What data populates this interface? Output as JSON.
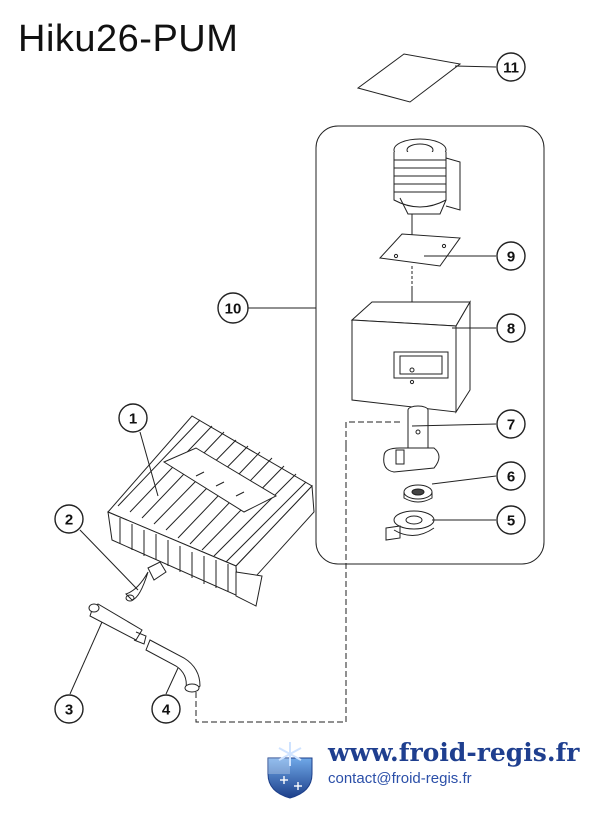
{
  "title": "Hiku26-PUM",
  "callouts": [
    {
      "id": "1",
      "label": "1"
    },
    {
      "id": "2",
      "label": "2"
    },
    {
      "id": "3",
      "label": "3"
    },
    {
      "id": "4",
      "label": "4"
    },
    {
      "id": "5",
      "label": "5"
    },
    {
      "id": "6",
      "label": "6"
    },
    {
      "id": "7",
      "label": "7"
    },
    {
      "id": "8",
      "label": "8"
    },
    {
      "id": "9",
      "label": "9"
    },
    {
      "id": "10",
      "label": "10"
    },
    {
      "id": "11",
      "label": "11"
    }
  ],
  "brand": {
    "url": "www.froid-regis.fr",
    "contact": "contact@froid-regis.fr",
    "url_color": "#1f3f8f",
    "contact_color": "#2b4fa8",
    "logo_icon": "snowflake-shield-icon"
  }
}
